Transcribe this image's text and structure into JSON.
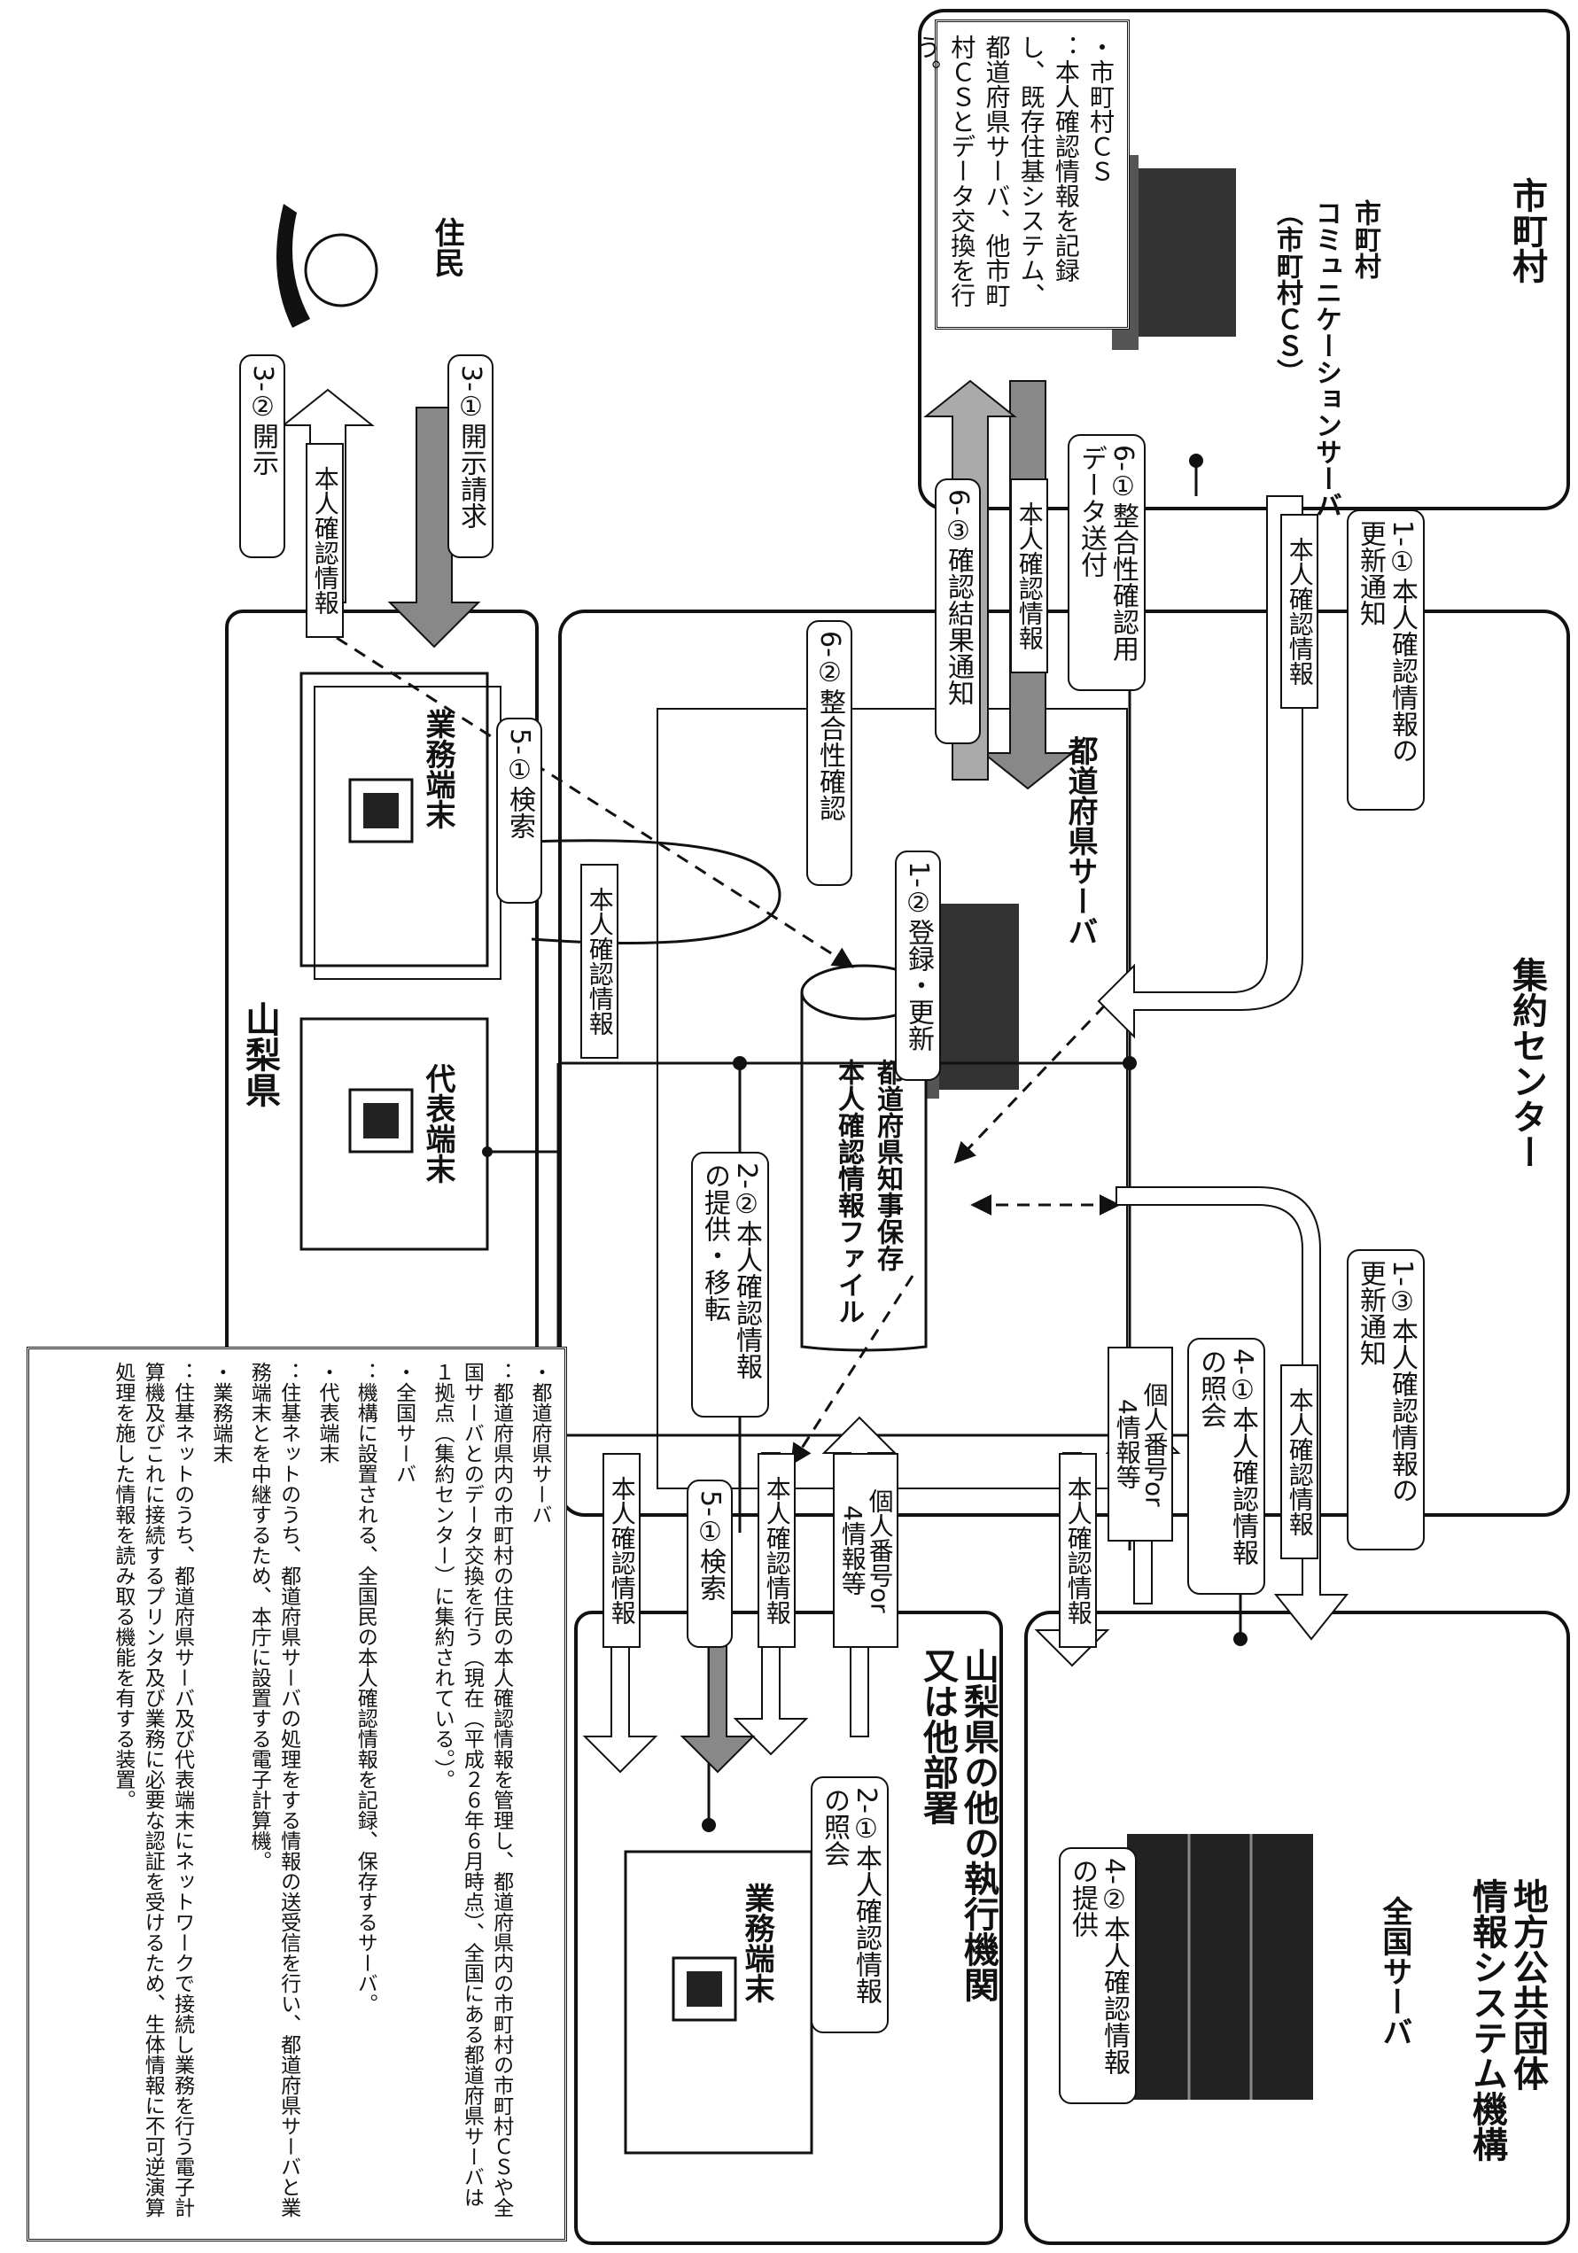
{
  "organizations": {
    "municipality": "市町村",
    "center": "集約センター",
    "jlis": "地方公共団体\n情報システム機構",
    "prefecture": "山梨県",
    "other_org": "山梨県の他の執行機関\n又は他部署"
  },
  "components": {
    "municipal_cs": "市町村\nコミュニケーションサーバ\n（市町村ＣＳ）",
    "pref_server": "都道府県サーバ",
    "pref_file": "都道府県知事保存\n本人確認情報ファイル",
    "business_terminal_pref": "業務端末",
    "representative_terminal": "代表端末",
    "national_server": "全国サーバ",
    "business_terminal_other": "業務端末",
    "resident": "住民"
  },
  "cs_note": "・市町村ＣＳ\n：本人確認情報を記録し、既存住基システム、都道府県サーバ、他市町村ＣＳとデータ交換を行う。",
  "callouts": {
    "c1_1": "1-①本人確認情報の\n更新通知",
    "c1_2": "1-②登録・更新",
    "c1_3": "1-③本人確認情報の\n更新通知",
    "c2_1": "2-①本人確認情報\nの照会",
    "c2_2": "2-②本人確認情報\nの提供・移転",
    "c3_1": "3-①開示請求",
    "c3_2": "3-②開示",
    "c4_1": "4-①本人確認情報\nの照会",
    "c4_2": "4-②本人確認情報\nの提供",
    "c5_1a": "5-①検索",
    "c5_1b": "5-①検索",
    "c6_1": "6-①整合性確認用\nデータ送付",
    "c6_2": "6-②整合性確認",
    "c6_3": "6-③確認結果通知"
  },
  "tags": {
    "t_identity": "本人確認情報",
    "t_kojin": "個人番号or\n4情報等"
  },
  "legend": {
    "items": [
      {
        "title": "・都道府県サーバ",
        "desc": "：都道府県内の市町村の住民の本人確認情報を管理し、都道府県内の市町村の市町村ＣＳや全国サーバとのデータ交換を行う（現在（平成２６年６月時点）、全国にある都道府県サーバは１拠点（集約センター）に集約されている。）。"
      },
      {
        "title": "・全国サーバ",
        "desc": "：機構に設置される、全国民の本人確認情報を記録、保存するサーバ。"
      },
      {
        "title": "・代表端末",
        "desc": "：住基ネットのうち、都道府県サーバの処理をする情報の送受信を行い、都道府県サーバと業務端末とを中継するため、本庁に設置する電子計算機。"
      },
      {
        "title": "・業務端末",
        "desc": "：住基ネットのうち、都道府県サーバ及び代表端末にネットワークで接続し業務を行う電子計算機及びこれに接続するプリンタ及び業務に必要な認証を受けるため、生体情報に不可逆演算処理を施した情報を読み取る機能を有する装置。"
      }
    ]
  }
}
